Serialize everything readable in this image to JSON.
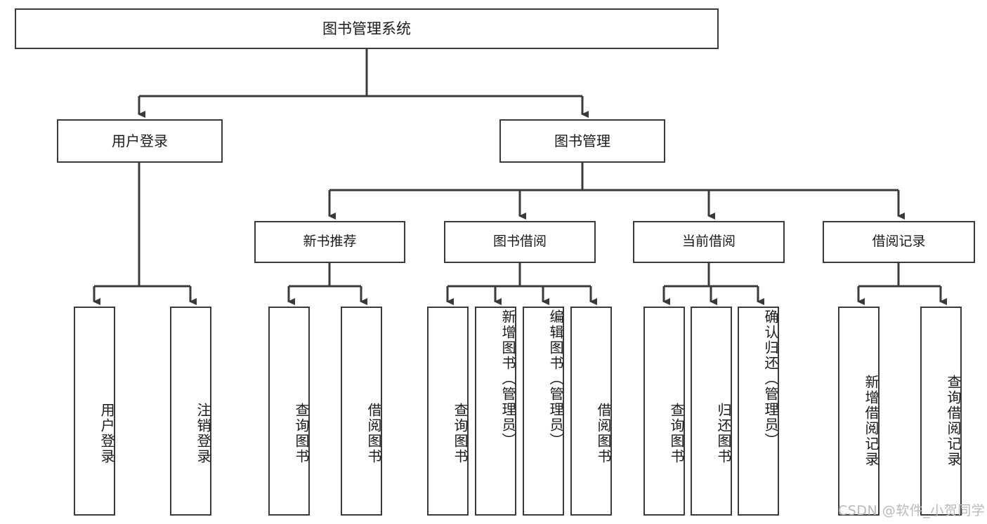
{
  "diagram": {
    "type": "tree-hierarchy",
    "title": "图书管理系统",
    "root": {
      "label": "图书管理系统"
    },
    "level2": [
      {
        "label": "用户登录"
      },
      {
        "label": "图书管理"
      }
    ],
    "level3": [
      {
        "label": "新书推荐"
      },
      {
        "label": "图书借阅"
      },
      {
        "label": "当前借阅"
      },
      {
        "label": "借阅记录"
      }
    ],
    "leaves": {
      "user_login": [
        {
          "label": "用户登录"
        },
        {
          "label": "注销登录"
        }
      ],
      "new_book_recommend": [
        {
          "label": "查询图书"
        },
        {
          "label": "借阅图书"
        }
      ],
      "book_borrow": [
        {
          "label": "查询图书"
        },
        {
          "label": "新增图书（管理员）"
        },
        {
          "label": "编辑图书（管理员）"
        },
        {
          "label": "借阅图书"
        }
      ],
      "current_borrow": [
        {
          "label": "查询图书"
        },
        {
          "label": "归还图书"
        },
        {
          "label": "确认归还（管理员）"
        }
      ],
      "borrow_record": [
        {
          "label": "新增借阅记录"
        },
        {
          "label": "查询借阅记录"
        }
      ]
    }
  },
  "watermark": {
    "text": "CSDN @软件_小贺同学"
  },
  "colors": {
    "border": "#3a3a3a",
    "text": "#1a1a1a",
    "background": "#ffffff",
    "watermark": "#b9b9b9"
  }
}
